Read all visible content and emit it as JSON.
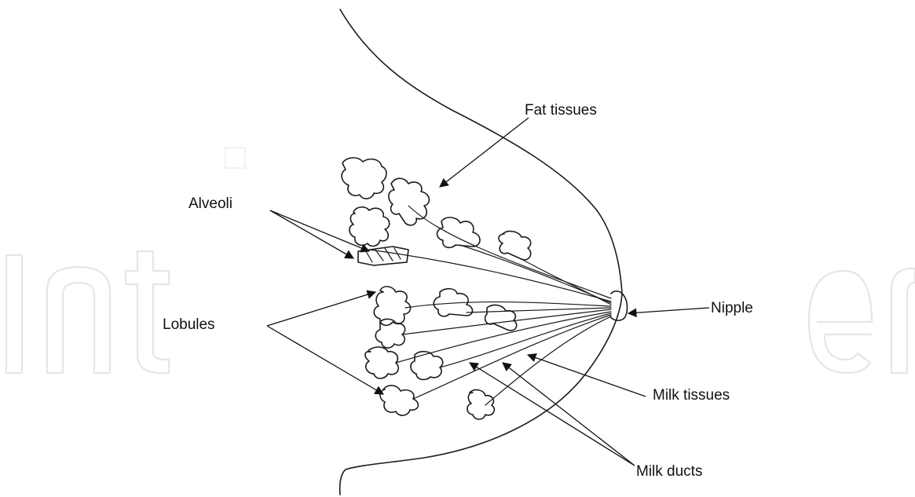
{
  "watermark": {
    "text": "IntechOpen",
    "visible_fragments": [
      "Int",
      "en"
    ]
  },
  "labels": {
    "fat_tissues": "Fat tissues",
    "alveoli": "Alveoli",
    "lobules": "Lobules",
    "nipple": "Nipple",
    "milk_tissues": "Milk tissues",
    "milk_ducts": "Milk ducts"
  },
  "colors": {
    "ink": "#1a1a1a",
    "watermark": "#e6e6e6",
    "background": "#ffffff"
  }
}
